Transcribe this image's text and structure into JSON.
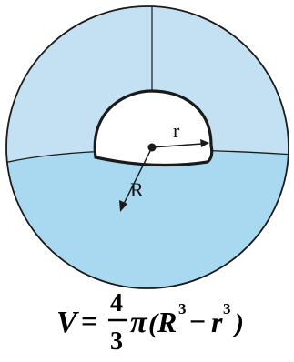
{
  "diagram": {
    "inner_radius_label": "r",
    "outer_radius_label": "R",
    "colors": {
      "outer_fill": "#c3e1f2",
      "lower_fill": "#a9d9f0",
      "inner_fill": "#ffffff",
      "stroke": "#1a1a1a"
    }
  },
  "formula": {
    "lhs": "V",
    "equals": "=",
    "numerator": "4",
    "denominator": "3",
    "pi": "π",
    "open_paren": "(",
    "R": "R",
    "R_exp": "3",
    "minus": "−",
    "r": "r",
    "r_exp": "3",
    "close_paren": ")"
  }
}
